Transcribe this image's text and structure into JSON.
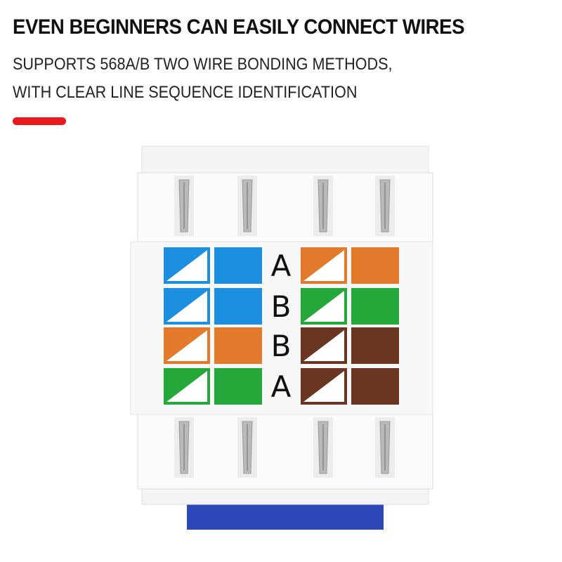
{
  "header": {
    "headline": "EVEN BEGINNERS CAN EASILY CONNECT WIRES",
    "subline_1": "SUPPORTS 568A/B TWO WIRE BONDING METHODS,",
    "subline_2": "WITH CLEAR LINE SEQUENCE IDENTIFICATION"
  },
  "accent_color": "#e8191c",
  "keystone": {
    "labels": [
      "A",
      "B",
      "B",
      "A"
    ],
    "left_rows": [
      "blue",
      "blue",
      "orange",
      "green"
    ],
    "right_rows": [
      "orange",
      "green",
      "brown",
      "brown"
    ],
    "colors": {
      "blue": "#1c8fe0",
      "orange": "#e2792b",
      "green": "#24a83a",
      "brown": "#6a3622",
      "base": "#2c48b8"
    }
  }
}
